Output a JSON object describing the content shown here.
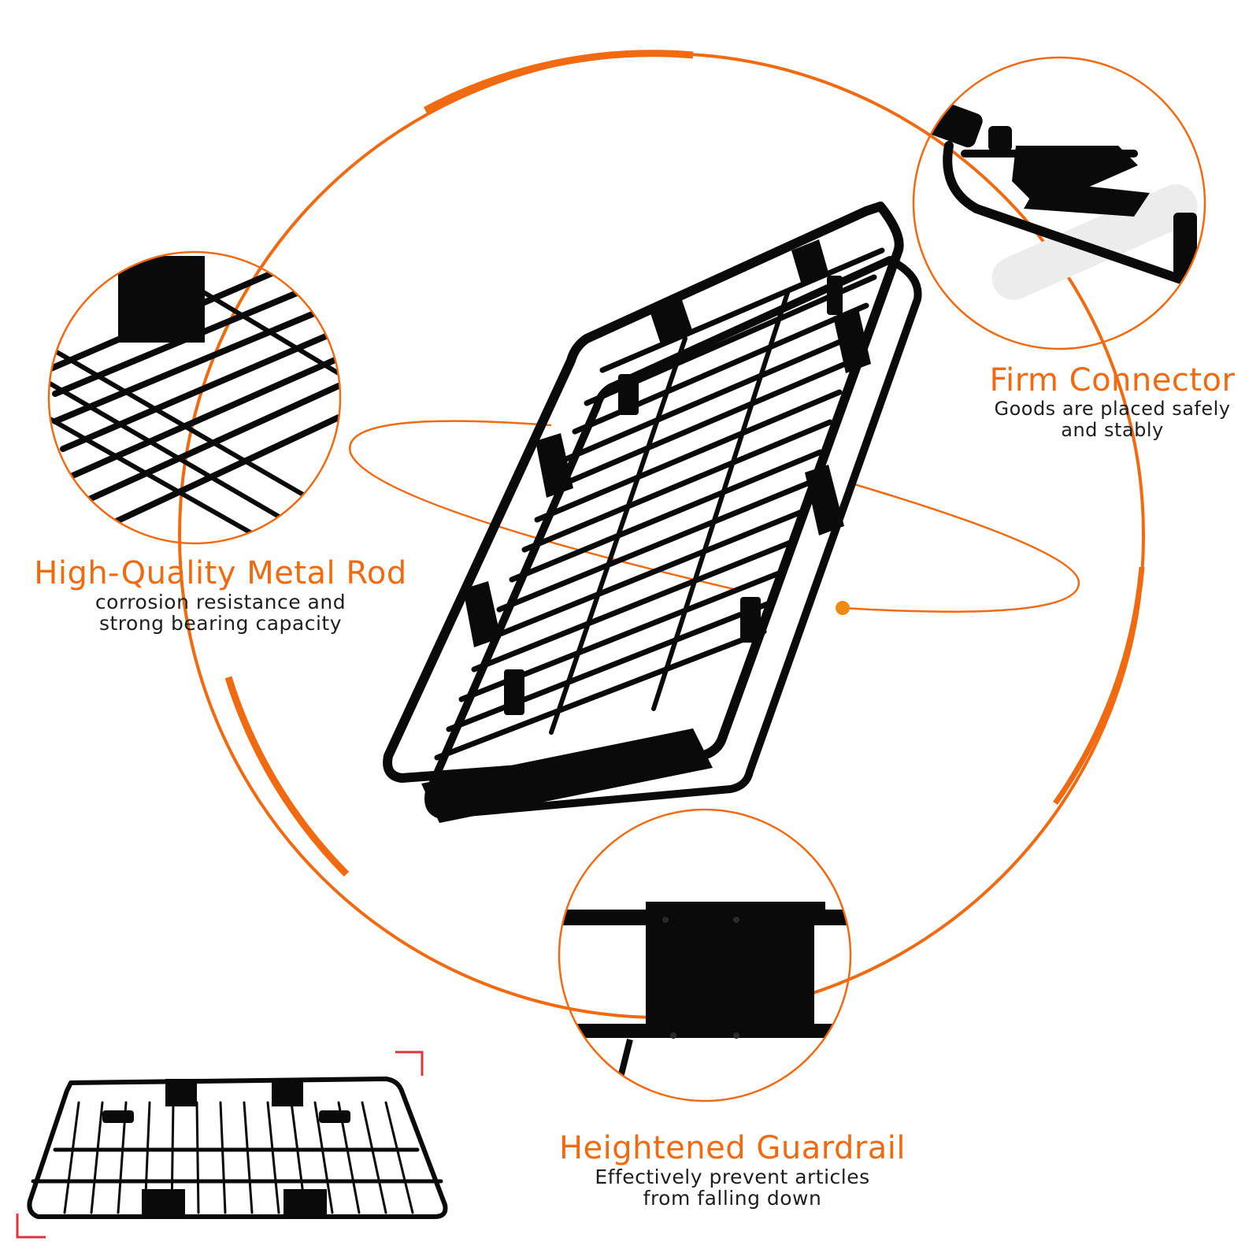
{
  "colors": {
    "accent": "#f06a12",
    "product": "#0a0a0a",
    "background": "#ffffff",
    "text_dark": "#1e1e1e"
  },
  "features": {
    "metal_rod": {
      "title": "High-Quality Metal Rod",
      "desc_line1": "corrosion resistance and",
      "desc_line2": "strong bearing capacity"
    },
    "connector": {
      "title": "Firm Connector",
      "desc_line1": "Goods are placed safely",
      "desc_line2": "and stably"
    },
    "guardrail": {
      "title": "Heightened Guardrail",
      "desc_line1": "Effectively prevent articles",
      "desc_line2": "from falling down"
    }
  },
  "images": {
    "main": "roof-cargo-basket-photo",
    "closeup_rod": "metal-rod-closeup",
    "closeup_connector": "connector-clamp-closeup",
    "closeup_guardrail": "guardrail-closeup",
    "thumbnail": "cargo-basket-side-view"
  }
}
